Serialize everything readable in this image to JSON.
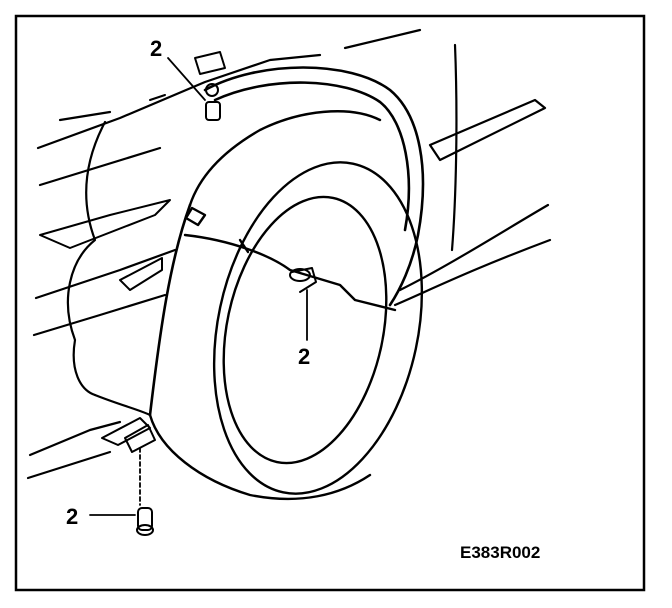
{
  "callouts": [
    {
      "number": "2"
    },
    {
      "number": "2"
    },
    {
      "number": "2"
    }
  ],
  "figure_code": "E383R002",
  "colors": {
    "ink": "#000000",
    "paper": "#ffffff"
  }
}
